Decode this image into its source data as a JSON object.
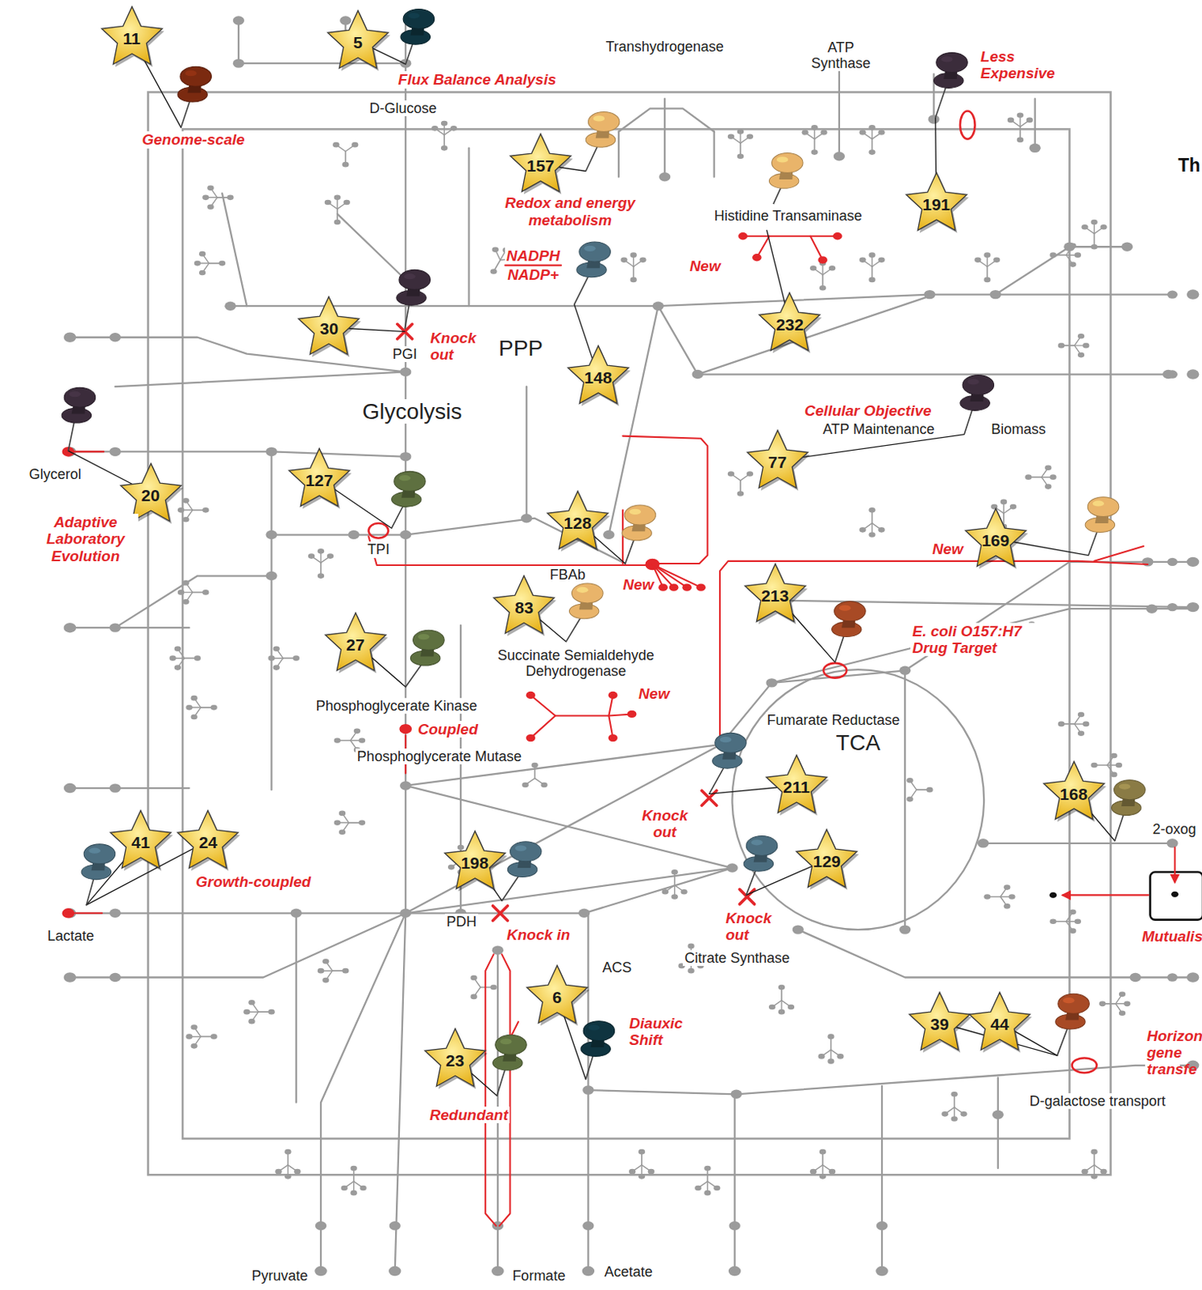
{
  "diagram": {
    "nodes": [
      {
        "text": [
          "11"
        ]
      },
      {
        "text": [
          "5"
        ]
      },
      {
        "text": [
          "157"
        ]
      },
      {
        "text": [
          "191"
        ]
      },
      {
        "text": [
          "232"
        ]
      },
      {
        "text": [
          "30"
        ]
      },
      {
        "text": [
          "148"
        ]
      },
      {
        "text": [
          "77"
        ]
      },
      {
        "text": [
          "127"
        ]
      },
      {
        "text": [
          "20"
        ]
      },
      {
        "text": [
          "128"
        ]
      },
      {
        "text": [
          "169"
        ]
      },
      {
        "text": [
          "213"
        ]
      },
      {
        "text": [
          "83"
        ]
      },
      {
        "text": [
          "27"
        ]
      },
      {
        "text": [
          "211"
        ]
      },
      {
        "text": [
          "168"
        ]
      },
      {
        "text": [
          "41"
        ]
      },
      {
        "text": [
          "24"
        ]
      },
      {
        "text": [
          "198"
        ]
      },
      {
        "text": [
          "129"
        ]
      },
      {
        "text": [
          "6"
        ]
      },
      {
        "text": [
          "39"
        ]
      },
      {
        "text": [
          "44"
        ]
      },
      {
        "text": [
          "23"
        ]
      }
    ],
    "labels": [
      "Flux Balance Analysis",
      "Transhydrogenase",
      "ATP Synthase",
      "Less Expensive",
      "D-Glucose",
      "Genome-scale",
      "Th",
      "Redox and energy metabolism",
      "Histidine Transaminase",
      "NADPH",
      "NADP+",
      "New",
      "Knock out",
      "PGI",
      "PPP",
      "Glycolysis",
      "Cellular Objective",
      "ATP Maintenance",
      "Biomass",
      "Glycerol",
      "Adaptive Laboratory Evolution",
      "New",
      "TPI",
      "FBAb",
      "New",
      "E. coli O157:H7 Drug Target",
      "Succinate Semialdehyde Dehydrogenase",
      "New",
      "Phosphoglycerate Kinase",
      "Fumarate Reductase",
      "Coupled",
      "TCA",
      "Phosphoglycerate Mutase",
      "Knock out",
      "2-oxog",
      "Growth-coupled",
      "Knock out",
      "Knock in",
      "PDH",
      "Lactate",
      "Mutualis",
      "Citrate Synthase",
      "ACS",
      "Diauxic Shift",
      "Horizon gene transfe",
      "Redundant",
      "D-galactose transport",
      "Pyruvate",
      "Formate",
      "Acetate"
    ]
  }
}
